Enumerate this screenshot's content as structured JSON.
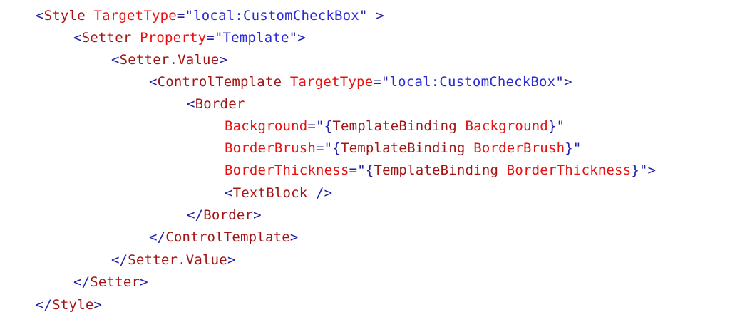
{
  "document": {
    "language": "XAML",
    "lines": [
      {
        "indent": 0,
        "tokens": [
          {
            "t": "punc",
            "v": "<"
          },
          {
            "t": "elem",
            "v": "Style"
          },
          {
            "t": "sp",
            "v": " "
          },
          {
            "t": "attr",
            "v": "TargetType"
          },
          {
            "t": "punc",
            "v": "=\""
          },
          {
            "t": "val",
            "v": "local:CustomCheckBox"
          },
          {
            "t": "punc",
            "v": "\" >"
          }
        ]
      },
      {
        "indent": 1,
        "tokens": [
          {
            "t": "punc",
            "v": "<"
          },
          {
            "t": "elem",
            "v": "Setter"
          },
          {
            "t": "sp",
            "v": " "
          },
          {
            "t": "attr",
            "v": "Property"
          },
          {
            "t": "punc",
            "v": "=\""
          },
          {
            "t": "val",
            "v": "Template"
          },
          {
            "t": "punc",
            "v": "\">"
          }
        ]
      },
      {
        "indent": 2,
        "tokens": [
          {
            "t": "punc",
            "v": "<"
          },
          {
            "t": "elem",
            "v": "Setter.Value"
          },
          {
            "t": "punc",
            "v": ">"
          }
        ]
      },
      {
        "indent": 3,
        "tokens": [
          {
            "t": "punc",
            "v": "<"
          },
          {
            "t": "elem",
            "v": "ControlTemplate"
          },
          {
            "t": "sp",
            "v": " "
          },
          {
            "t": "attr",
            "v": "TargetType"
          },
          {
            "t": "punc",
            "v": "=\""
          },
          {
            "t": "val",
            "v": "local:CustomCheckBox"
          },
          {
            "t": "punc",
            "v": "\">"
          }
        ]
      },
      {
        "indent": 4,
        "tokens": [
          {
            "t": "punc",
            "v": "<"
          },
          {
            "t": "elem",
            "v": "Border"
          }
        ]
      },
      {
        "indent": 5,
        "tokens": [
          {
            "t": "attr",
            "v": "Background"
          },
          {
            "t": "punc",
            "v": "=\"{"
          },
          {
            "t": "elem",
            "v": "TemplateBinding"
          },
          {
            "t": "sp",
            "v": " "
          },
          {
            "t": "mark",
            "v": "Background"
          },
          {
            "t": "punc",
            "v": "}\""
          }
        ]
      },
      {
        "indent": 5,
        "tokens": [
          {
            "t": "attr",
            "v": "BorderBrush"
          },
          {
            "t": "punc",
            "v": "=\"{"
          },
          {
            "t": "elem",
            "v": "TemplateBinding"
          },
          {
            "t": "sp",
            "v": " "
          },
          {
            "t": "mark",
            "v": "BorderBrush"
          },
          {
            "t": "punc",
            "v": "}\""
          }
        ]
      },
      {
        "indent": 5,
        "tokens": [
          {
            "t": "attr",
            "v": "BorderThickness"
          },
          {
            "t": "punc",
            "v": "=\"{"
          },
          {
            "t": "elem",
            "v": "TemplateBinding"
          },
          {
            "t": "sp",
            "v": " "
          },
          {
            "t": "mark",
            "v": "BorderThickness"
          },
          {
            "t": "punc",
            "v": "}\">"
          }
        ]
      },
      {
        "indent": 5,
        "tokens": [
          {
            "t": "punc",
            "v": "<"
          },
          {
            "t": "elem",
            "v": "TextBlock"
          },
          {
            "t": "sp",
            "v": " "
          },
          {
            "t": "punc",
            "v": "/>"
          }
        ]
      },
      {
        "indent": 4,
        "tokens": [
          {
            "t": "punc",
            "v": "</"
          },
          {
            "t": "elem",
            "v": "Border"
          },
          {
            "t": "punc",
            "v": ">"
          }
        ]
      },
      {
        "indent": 3,
        "tokens": [
          {
            "t": "punc",
            "v": "</"
          },
          {
            "t": "elem",
            "v": "ControlTemplate"
          },
          {
            "t": "punc",
            "v": ">"
          }
        ]
      },
      {
        "indent": 2,
        "tokens": [
          {
            "t": "punc",
            "v": "</"
          },
          {
            "t": "elem",
            "v": "Setter.Value"
          },
          {
            "t": "punc",
            "v": ">"
          }
        ]
      },
      {
        "indent": 1,
        "tokens": [
          {
            "t": "punc",
            "v": "</"
          },
          {
            "t": "elem",
            "v": "Setter"
          },
          {
            "t": "punc",
            "v": ">"
          }
        ]
      },
      {
        "indent": 0,
        "tokens": [
          {
            "t": "punc",
            "v": "</"
          },
          {
            "t": "elem",
            "v": "Style"
          },
          {
            "t": "punc",
            "v": ">"
          }
        ]
      }
    ]
  },
  "colors": {
    "background": "#ffffff",
    "punctuation": "#1f1fa8",
    "element": "#a31515",
    "attribute": "#e81010",
    "value": "#2a2ad8"
  }
}
